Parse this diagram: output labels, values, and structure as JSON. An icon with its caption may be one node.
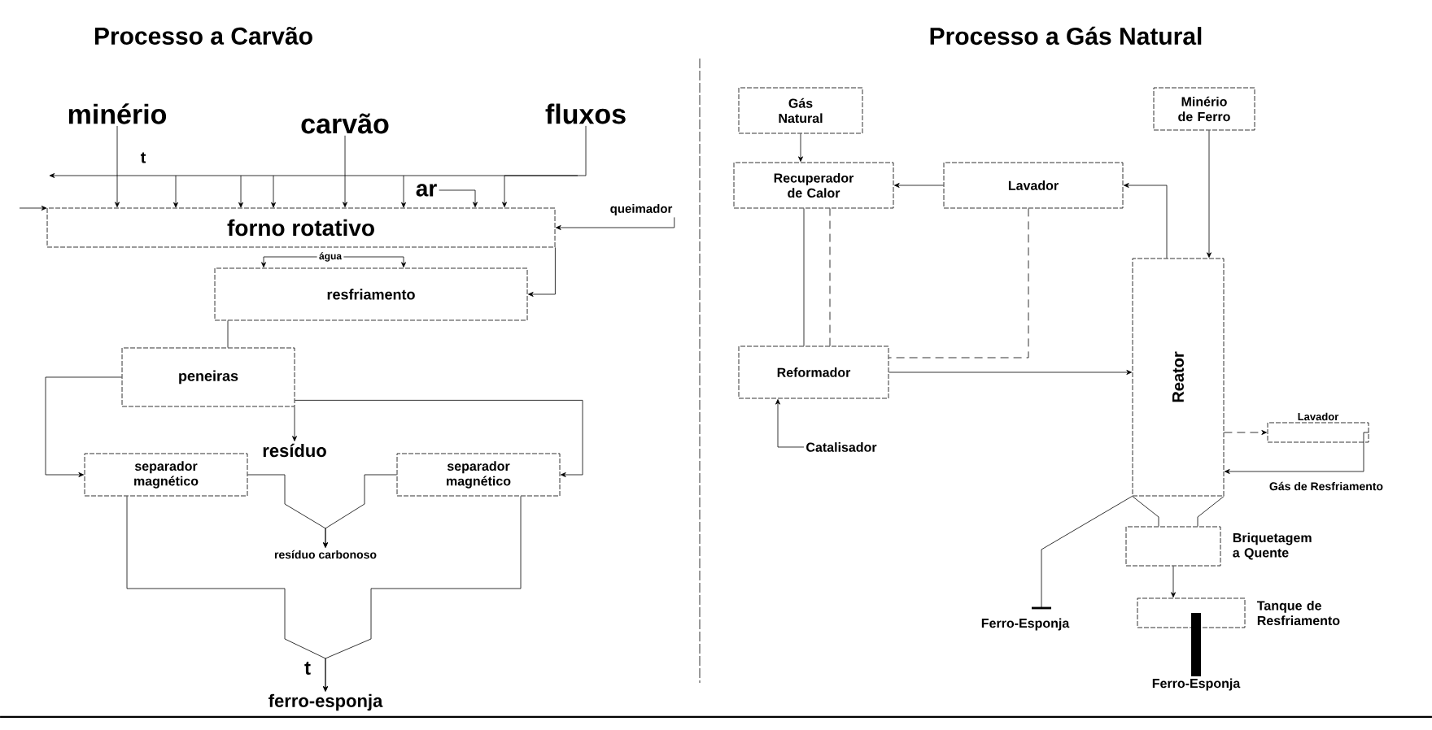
{
  "diagram": {
    "nodes": [
      {
        "text": [
          "minério"
        ]
      },
      {
        "text": [
          "carvão"
        ]
      },
      {
        "text": [
          "fluxos"
        ]
      },
      {
        "text": [
          "ar"
        ]
      },
      {
        "text": [
          "forno rotativo"
        ]
      },
      {
        "text": [
          "queimador"
        ]
      },
      {
        "text": [
          "água"
        ]
      },
      {
        "text": [
          "resfriamento"
        ]
      },
      {
        "text": [
          "peneiras"
        ]
      },
      {
        "text": [
          "resíduo"
        ]
      },
      {
        "text": [
          "separador magnético"
        ]
      },
      {
        "text": [
          "separador magnético"
        ]
      },
      {
        "text": [
          "resíduo carbonoso"
        ]
      },
      {
        "text": [
          "ferro-esponja"
        ]
      },
      {
        "text": [
          "Gás Natural"
        ]
      },
      {
        "text": [
          "Minério de Ferro"
        ]
      },
      {
        "text": [
          "Recuperador de Calor"
        ]
      },
      {
        "text": [
          "Lavador"
        ]
      },
      {
        "text": [
          "Reformador"
        ]
      },
      {
        "text": [
          "Reator"
        ]
      },
      {
        "text": [
          "Catalisador"
        ]
      },
      {
        "text": [],
        "shape": "box",
        "beside": [
          "Lavador"
        ]
      },
      {
        "text": [],
        "shape": "box",
        "beside": [
          "Briquetagem a Quente"
        ]
      },
      {
        "text": [],
        "shape": "box",
        "beside": [
          "Tanque de Resfriamento"
        ]
      },
      {
        "text": [
          "Ferro-Esponja"
        ]
      },
      {
        "text": [
          "Ferro-Esponja"
        ]
      }
    ],
    "edges": [
      {
        "from": 0,
        "to": 4,
        "arrow": "to"
      },
      {
        "from": 1,
        "to": 4,
        "arrow": "to"
      },
      {
        "from": 2,
        "to": 4,
        "arrow": "to"
      },
      {
        "from": 3,
        "to": 4,
        "arrow": "to"
      },
      {
        "from": 5,
        "to": 4,
        "arrow": "to"
      },
      {
        "from": 4,
        "to": 7,
        "arrow": "to"
      },
      {
        "from": 6,
        "to": 7,
        "arrow": "to"
      },
      {
        "from": 6,
        "to": 7,
        "arrow": "to"
      },
      {
        "from": 7,
        "to": 8,
        "arrow": "none"
      },
      {
        "from": 8,
        "to": 10,
        "arrow": "to"
      },
      {
        "from": 8,
        "to": 11,
        "arrow": "to"
      },
      {
        "from": 8,
        "to": 9,
        "arrow": "to"
      },
      {
        "from": 10,
        "to": 12,
        "arrow": "to"
      },
      {
        "from": 11,
        "to": 12,
        "arrow": "to"
      },
      {
        "from": 10,
        "to": 13,
        "arrow": "to"
      },
      {
        "from": 11,
        "to": 13,
        "arrow": "to"
      },
      {
        "from": 14,
        "to": 16,
        "arrow": "to"
      },
      {
        "from": 17,
        "to": 16,
        "arrow": "to"
      },
      {
        "from": 19,
        "to": 17,
        "arrow": "to"
      },
      {
        "from": 15,
        "to": 19,
        "arrow": "to"
      },
      {
        "from": 16,
        "to": 18,
        "arrow": "none"
      },
      {
        "from": 18,
        "to": 16,
        "arrow": "none",
        "style": "dashed"
      },
      {
        "from": 17,
        "to": 18,
        "arrow": "none",
        "style": "dashed"
      },
      {
        "from": 18,
        "to": 19,
        "arrow": "to"
      },
      {
        "from": 20,
        "to": 18,
        "arrow": "to"
      },
      {
        "from": 19,
        "to": 21,
        "arrow": "to",
        "style": "dashed"
      },
      {
        "from": 21,
        "to": 19,
        "arrow": "to",
        "label": "Gás de Resfriamento"
      },
      {
        "from": 19,
        "to": 24,
        "arrow": "none"
      },
      {
        "from": 19,
        "to": 22,
        "arrow": "none"
      },
      {
        "from": 22,
        "to": 23,
        "arrow": "to"
      },
      {
        "from": 23,
        "to": 25,
        "arrow": "none",
        "style": "thick"
      }
    ],
    "labels": [
      "Processo a Carvão",
      "Processo a Gás Natural",
      "t",
      "t"
    ]
  }
}
